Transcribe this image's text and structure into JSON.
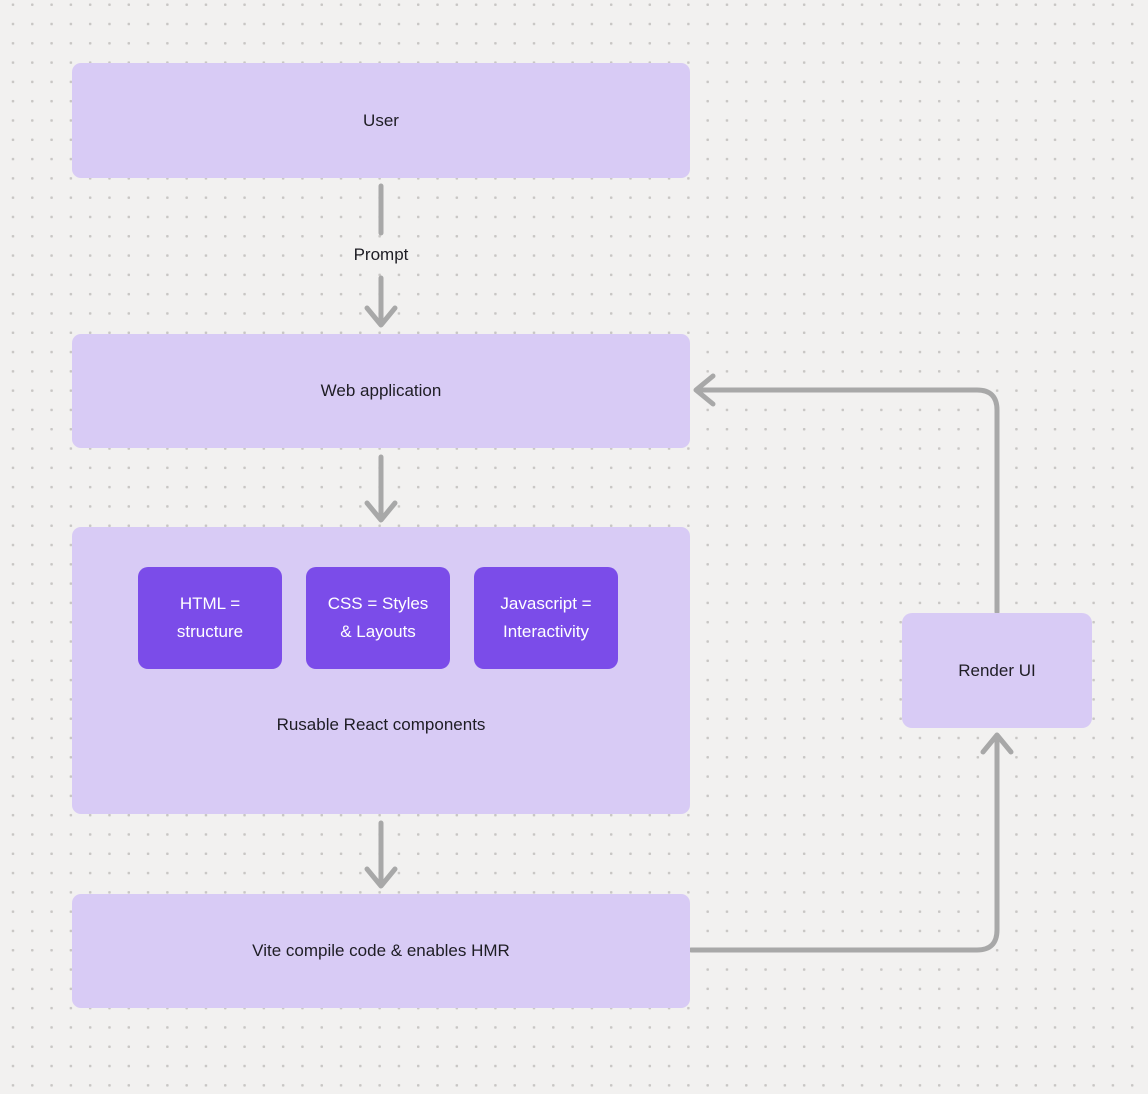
{
  "colors": {
    "background": "#f2f1f0",
    "dot_grid": "#c8c6c4",
    "node_fill_light": "#d8cbf5",
    "node_fill_accent": "#7b4ce9",
    "node_text_dark": "#1e1d24",
    "node_text_light": "#ffffff",
    "connector": "#a8a8a8"
  },
  "nodes": {
    "user": {
      "label": "User"
    },
    "web_application": {
      "label": "Web application"
    },
    "components_group": {
      "caption": "Rusable React components",
      "children": [
        {
          "label": "HTML =\nstructure"
        },
        {
          "label": "CSS = Styles\n& Layouts"
        },
        {
          "label": "Javascript =\nInteractivity"
        }
      ]
    },
    "vite": {
      "label": "Vite compile code & enables HMR"
    },
    "render_ui": {
      "label": "Render UI"
    }
  },
  "edges": {
    "user_to_web_application": {
      "label": "Prompt"
    }
  }
}
